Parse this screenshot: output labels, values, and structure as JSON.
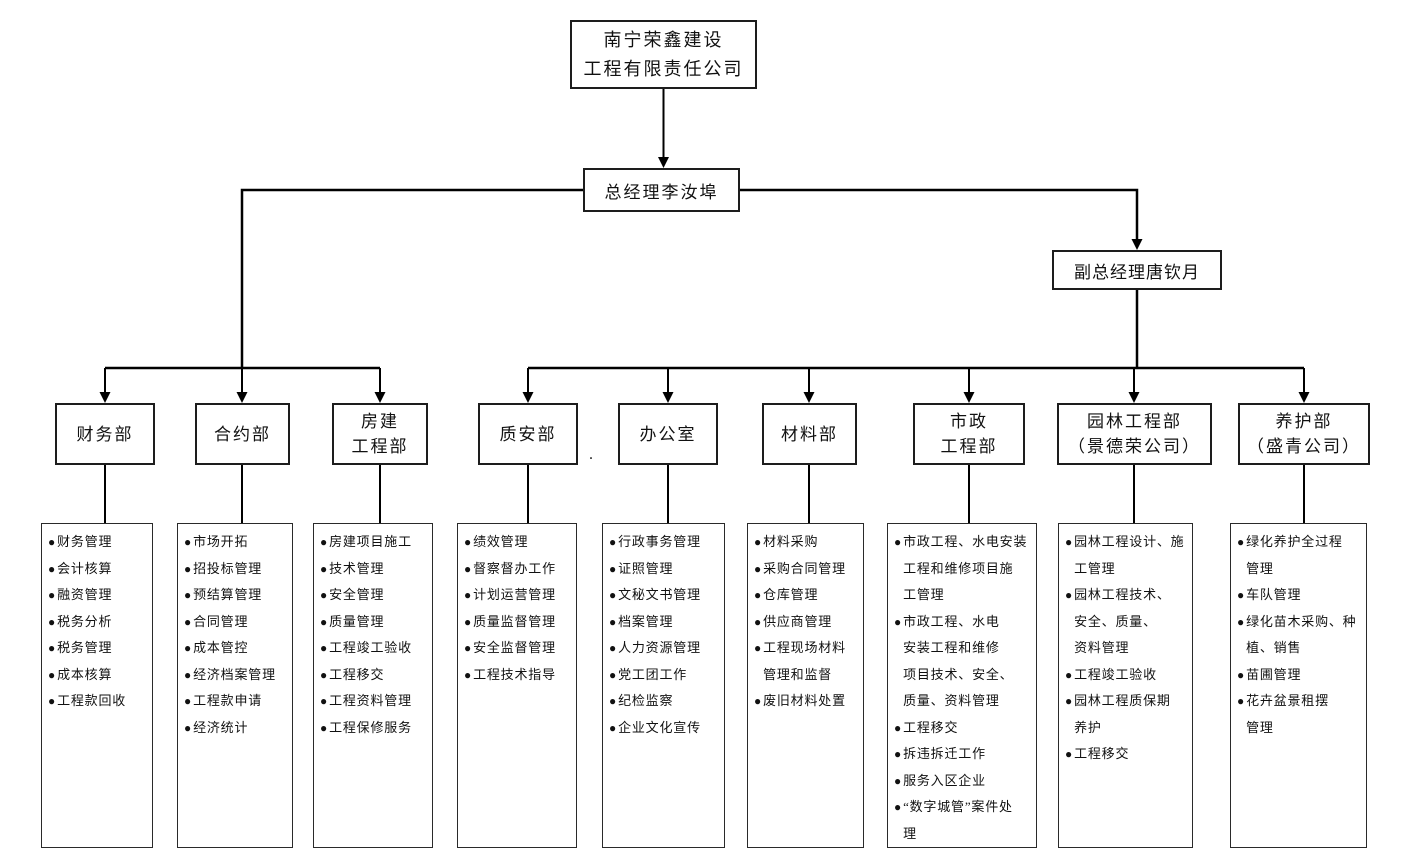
{
  "page": {
    "background": "#ffffff",
    "line_color": "#000000",
    "box_border_color": "#1d1d1d"
  },
  "org": {
    "bullet": "●",
    "stray_mark": ".",
    "company": "南宁荣鑫建设\n工程有限责任公司",
    "general_manager": "总经理李汝埠",
    "deputy_general_manager": "副总经理唐钦月",
    "departments": [
      {
        "name": "财务部",
        "reports_to": "总经理李汝埠",
        "duties": [
          "财务管理",
          "会计核算",
          "融资管理",
          "税务分析",
          "税务管理",
          "成本核算",
          "工程款回收"
        ]
      },
      {
        "name": "合约部",
        "reports_to": "总经理李汝埠",
        "duties": [
          "市场开拓",
          "招投标管理",
          "预结算管理",
          "合同管理",
          "成本管控",
          "经济档案管理",
          "工程款申请",
          "经济统计"
        ]
      },
      {
        "name": "房建\n工程部",
        "reports_to": "总经理李汝埠",
        "duties": [
          "房建项目施工",
          "技术管理",
          "安全管理",
          "质量管理",
          "工程竣工验收",
          "工程移交",
          "工程资料管理",
          "工程保修服务"
        ]
      },
      {
        "name": "质安部",
        "reports_to": "副总经理唐钦月",
        "duties": [
          "绩效管理",
          "督察督办工作",
          "计划运营管理",
          "质量监督管理",
          "安全监督管理",
          "工程技术指导"
        ]
      },
      {
        "name": "办公室",
        "reports_to": "副总经理唐钦月",
        "duties": [
          "行政事务管理",
          "证照管理",
          "文秘文书管理",
          "档案管理",
          "人力资源管理",
          "党工团工作",
          "纪检监察",
          "企业文化宣传"
        ]
      },
      {
        "name": "材料部",
        "reports_to": "副总经理唐钦月",
        "duties": [
          "材料采购",
          "采购合同管理",
          "仓库管理",
          "供应商管理",
          "工程现场材料\n管理和监督",
          "废旧材料处置"
        ]
      },
      {
        "name": "市政\n工程部",
        "reports_to": "副总经理唐钦月",
        "duties": [
          "市政工程、水电安装\n工程和维修项目施\n工管理",
          "市政工程、水电\n安装工程和维修\n项目技术、安全、\n质量、资料管理",
          "工程移交",
          "拆违拆迁工作",
          "服务入区企业",
          "“数字城管”案件处\n理"
        ]
      },
      {
        "name": "园林工程部\n（景德荣公司）",
        "reports_to": "副总经理唐钦月",
        "duties": [
          "园林工程设计、施\n工管理",
          "园林工程技术、\n安全、质量、\n资料管理",
          "工程竣工验收",
          "园林工程质保期\n养护",
          "工程移交"
        ]
      },
      {
        "name": "养护部\n（盛青公司）",
        "reports_to": "副总经理唐钦月",
        "duties": [
          "绿化养护全过程\n管理",
          "车队管理",
          "绿化苗木采购、种\n植、销售",
          "苗圃管理",
          "花卉盆景租摆\n管理"
        ]
      }
    ]
  }
}
